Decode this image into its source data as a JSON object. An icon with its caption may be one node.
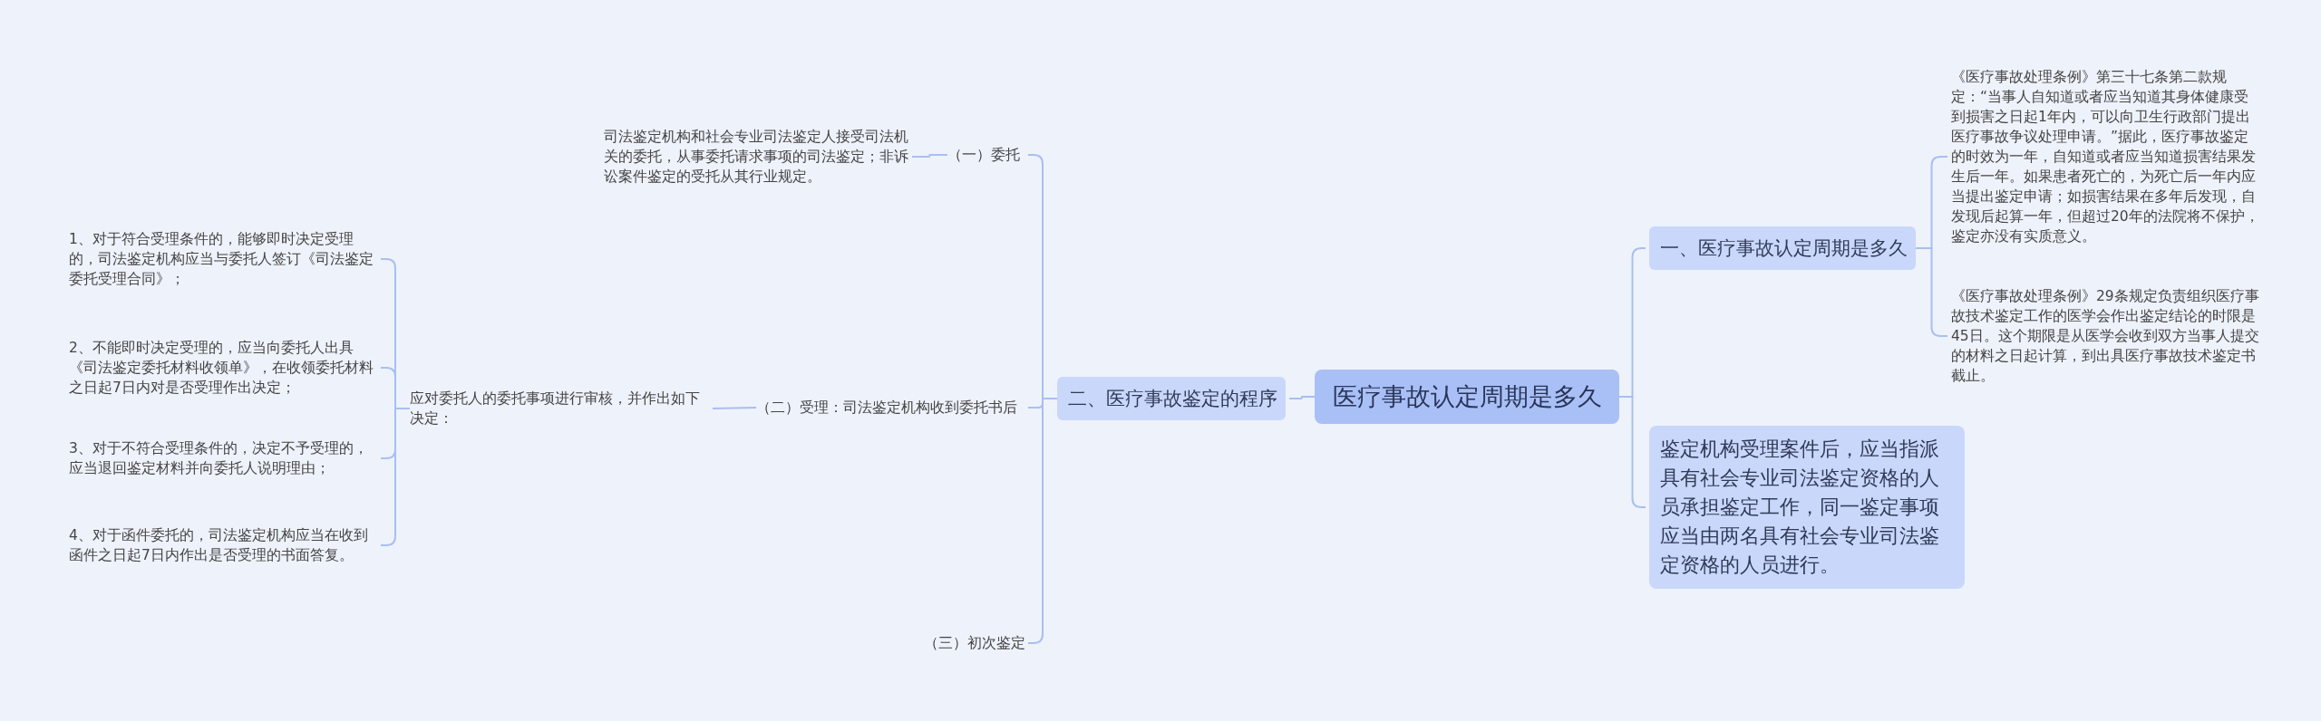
{
  "diagram": {
    "nodes": [
      {
        "text": [
          "医疗事故认定周期是多久"
        ]
      },
      {
        "text": [
          "一、医疗事故认定周期是多久"
        ]
      },
      {
        "text": [
          "《医疗事故处理条例》第三十七条第二款规定：“当事人自知道或者应当知道其身体健康受到损害之日起1年内，可以向卫生行政部门提出医疗事故争议处理申请。”据此，医疗事故鉴定的时效为一年，自知道或者应当知道损害结果发生后一年。如果患者死亡的，为死亡后一年内应当提出鉴定申请；如损害结果在多年后发现，自发现后起算一年，但超过20年的法院将不保护，鉴定亦没有实质意义。"
        ]
      },
      {
        "text": [
          "《医疗事故处理条例》29条规定负责组织医疗事故技术鉴定工作的医学会作出鉴定结论的时限是45日。这个期限是从医学会收到双方当事人提交的材料之日起计算，到出具医疗事故技术鉴定书截止。"
        ]
      },
      {
        "text": [
          "鉴定机构受理案件后，应当指派具有社会专业司法鉴定资格的人员承担鉴定工作，同一鉴定事项应当由两名具有社会专业司法鉴定资格的人员进行。"
        ]
      },
      {
        "text": [
          "二、医疗事故鉴定的程序"
        ]
      },
      {
        "text": [
          "（一）委托"
        ]
      },
      {
        "text": [
          "司法鉴定机构和社会专业司法鉴定人接受司法机关的委托，从事委托请求事项的司法鉴定；非诉讼案件鉴定的受托从其行业规定。"
        ]
      },
      {
        "text": [
          "（二）受理：司法鉴定机构收到委托书后"
        ]
      },
      {
        "text": [
          "应对委托人的委托事项进行审核，并作出如下决定："
        ]
      },
      {
        "text": [
          "1、对于符合受理条件的，能够即时决定受理的，司法鉴定机构应当与委托人签订《司法鉴定委托受理合同》；"
        ]
      },
      {
        "text": [
          "2、不能即时决定受理的，应当向委托人出具《司法鉴定委托材料收领单》，在收领委托材料之日起7日内对是否受理作出决定；"
        ]
      },
      {
        "text": [
          "3、对于不符合受理条件的，决定不予受理的，应当退回鉴定材料并向委托人说明理由；"
        ]
      },
      {
        "text": [
          "4、对于函件委托的，司法鉴定机构应当在收到函件之日起7日内作出是否受理的书面答复。"
        ]
      },
      {
        "text": [
          "（三）初次鉴定"
        ]
      }
    ],
    "edges": [
      {
        "from": 0,
        "to": 1,
        "arrow": "none"
      },
      {
        "from": 1,
        "to": 2,
        "arrow": "none"
      },
      {
        "from": 1,
        "to": 3,
        "arrow": "none"
      },
      {
        "from": 0,
        "to": 4,
        "arrow": "none"
      },
      {
        "from": 0,
        "to": 5,
        "arrow": "none"
      },
      {
        "from": 5,
        "to": 6,
        "arrow": "none"
      },
      {
        "from": 6,
        "to": 7,
        "arrow": "none"
      },
      {
        "from": 5,
        "to": 8,
        "arrow": "none"
      },
      {
        "from": 8,
        "to": 9,
        "arrow": "none"
      },
      {
        "from": 9,
        "to": 10,
        "arrow": "none"
      },
      {
        "from": 9,
        "to": 11,
        "arrow": "none"
      },
      {
        "from": 9,
        "to": 12,
        "arrow": "none"
      },
      {
        "from": 9,
        "to": 13,
        "arrow": "none"
      },
      {
        "from": 5,
        "to": 14,
        "arrow": "none"
      }
    ]
  }
}
